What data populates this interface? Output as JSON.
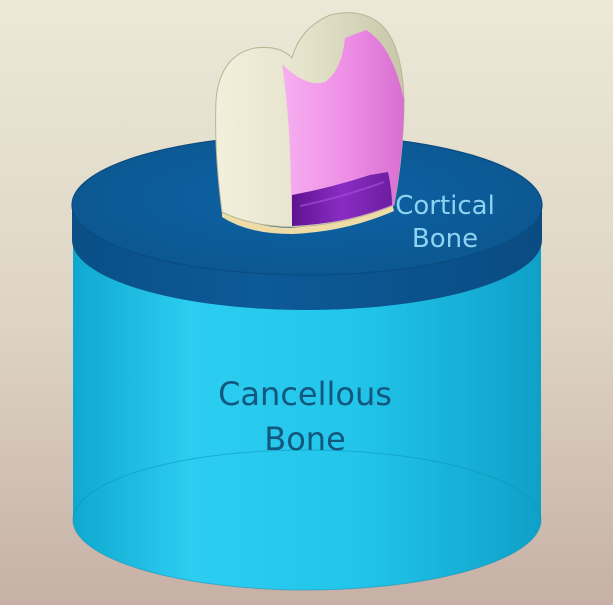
{
  "labels": {
    "cortical": [
      "Cortical",
      "Bone"
    ],
    "cancellous": [
      "Cancellous",
      "Bone"
    ]
  },
  "colors": {
    "background_top": "#ebe7d6",
    "background_bottom": "#c9b2a7",
    "cancellous_bone": "#1fc3e6",
    "cortical_bone": "#0d5d9c",
    "cortical_label": "#8fd3f2",
    "cancellous_label": "#12577e",
    "enamel": "#e8e6cf",
    "dentin": "#ee8ee6",
    "pulp": "#7e2ab0",
    "base_strip": "#eedca6"
  }
}
